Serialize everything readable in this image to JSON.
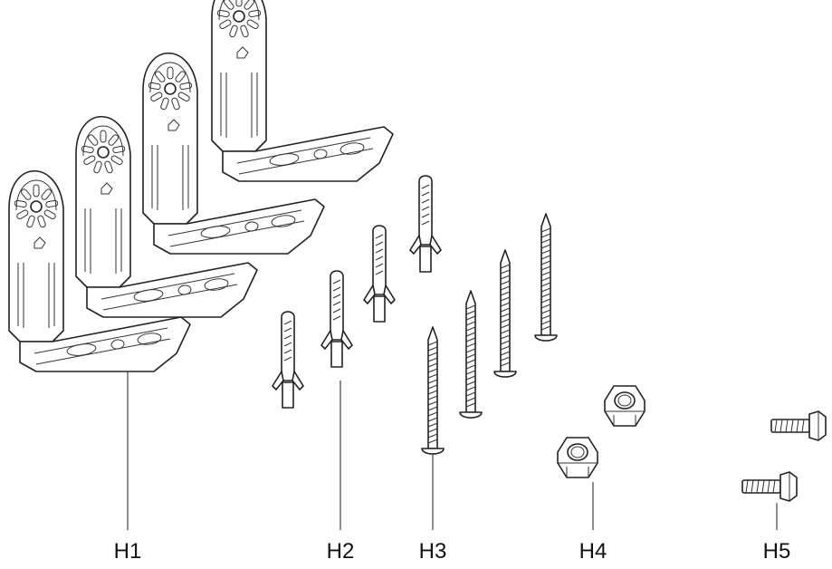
{
  "labels": {
    "h1": "H1",
    "h2": "H2",
    "h3": "H3",
    "h4": "H4",
    "h5": "H5"
  }
}
